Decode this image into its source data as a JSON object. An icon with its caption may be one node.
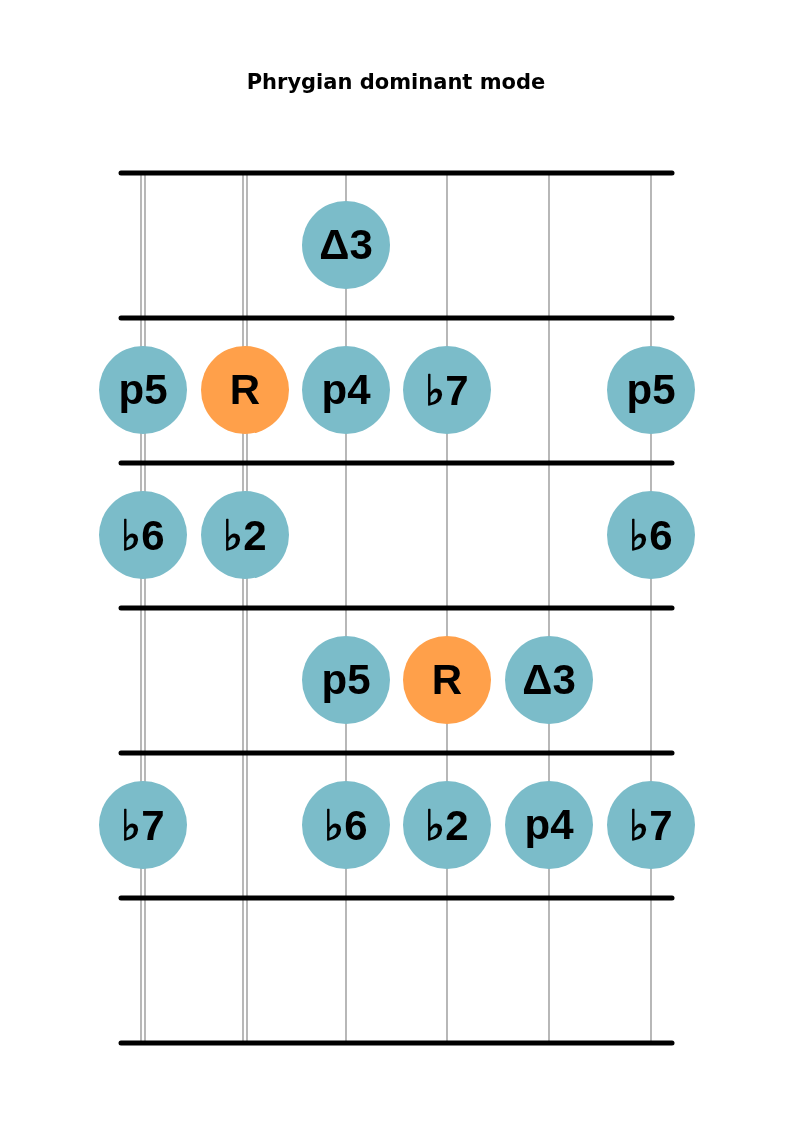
{
  "diagram": {
    "title": "Phrygian dominant mode",
    "nodes": [
      {
        "text": [
          "Δ3"
        ]
      },
      {
        "text": [
          "p5"
        ]
      },
      {
        "text": [
          "R"
        ]
      },
      {
        "text": [
          "p4"
        ]
      },
      {
        "text": [
          "♭7"
        ]
      },
      {
        "text": [
          "p5"
        ]
      },
      {
        "text": [
          "♭6"
        ]
      },
      {
        "text": [
          "♭2"
        ]
      },
      {
        "text": [
          "♭6"
        ]
      },
      {
        "text": [
          "p5"
        ]
      },
      {
        "text": [
          "R"
        ]
      },
      {
        "text": [
          "Δ3"
        ]
      },
      {
        "text": [
          "♭7"
        ]
      },
      {
        "text": [
          "♭6"
        ]
      },
      {
        "text": [
          "♭2"
        ]
      },
      {
        "text": [
          "p4"
        ]
      },
      {
        "text": [
          "♭7"
        ]
      }
    ]
  }
}
